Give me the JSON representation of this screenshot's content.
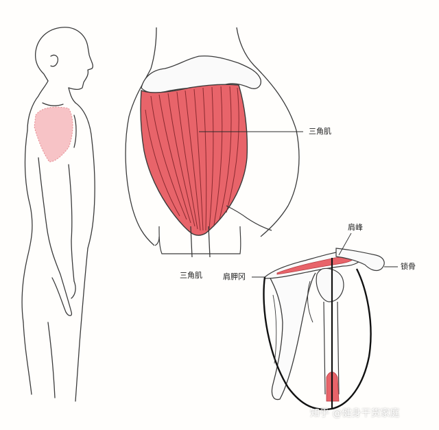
{
  "labels": {
    "deltoid_top": "三角肌",
    "deltoid_bottom": "三角肌",
    "acromion": "肩峰",
    "clavicle": "锁骨",
    "scapular_spine": "肩胛冈"
  },
  "watermark": {
    "text": "知乎 @健身干货家庭"
  },
  "colors": {
    "background": "#fffefc",
    "muscle_red": "#e8646a",
    "muscle_dark": "#b33a40",
    "highlight_pink": "#f7c3c6",
    "line": "#2a2a2a"
  }
}
